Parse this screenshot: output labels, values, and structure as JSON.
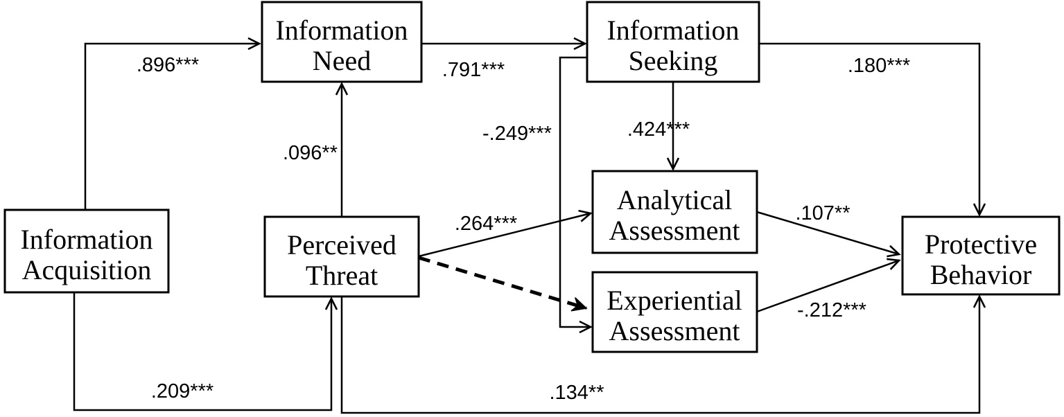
{
  "diagram": {
    "type": "path-model",
    "colors": {
      "line": "#000000",
      "box_fill": "#ffffff",
      "text": "#000000",
      "background": "#ffffff"
    },
    "nodes": {
      "information_acquisition": {
        "line1": "Information",
        "line2": "Acquisition"
      },
      "information_need": {
        "line1": "Information",
        "line2": "Need"
      },
      "information_seeking": {
        "line1": "Information",
        "line2": "Seeking"
      },
      "perceived_threat": {
        "line1": "Perceived",
        "line2": "Threat"
      },
      "analytical_assessment": {
        "line1": "Analytical",
        "line2": "Assessment"
      },
      "experiential_assessment": {
        "line1": "Experiential",
        "line2": "Assessment"
      },
      "protective_behavior": {
        "line1": "Protective",
        "line2": "Behavior"
      }
    },
    "edges": [
      {
        "id": "acq-need",
        "from": "information_acquisition",
        "to": "information_need",
        "label": ".896***",
        "style": "solid"
      },
      {
        "id": "need-seeking",
        "from": "information_need",
        "to": "information_seeking",
        "label": ".791***",
        "style": "solid"
      },
      {
        "id": "seeking-protective",
        "from": "information_seeking",
        "to": "protective_behavior",
        "label": ".180***",
        "style": "solid"
      },
      {
        "id": "threat-need",
        "from": "perceived_threat",
        "to": "information_need",
        "label": ".096**",
        "style": "solid"
      },
      {
        "id": "seeking-experiential",
        "from": "information_seeking",
        "to": "experiential_assessment",
        "label": "-.249***",
        "style": "solid"
      },
      {
        "id": "seeking-analytical",
        "from": "information_seeking",
        "to": "analytical_assessment",
        "label": ".424***",
        "style": "solid"
      },
      {
        "id": "threat-analytical",
        "from": "perceived_threat",
        "to": "analytical_assessment",
        "label": ".264***",
        "style": "solid"
      },
      {
        "id": "threat-experiential",
        "from": "perceived_threat",
        "to": "experiential_assessment",
        "label": "",
        "style": "dashed"
      },
      {
        "id": "analytical-protective",
        "from": "analytical_assessment",
        "to": "protective_behavior",
        "label": ".107**",
        "style": "solid"
      },
      {
        "id": "experiential-protective",
        "from": "experiential_assessment",
        "to": "protective_behavior",
        "label": "-.212***",
        "style": "solid"
      },
      {
        "id": "acq-threat",
        "from": "information_acquisition",
        "to": "perceived_threat",
        "label": ".209***",
        "style": "solid"
      },
      {
        "id": "threat-protective",
        "from": "perceived_threat",
        "to": "protective_behavior",
        "label": ".134**",
        "style": "solid"
      }
    ]
  }
}
